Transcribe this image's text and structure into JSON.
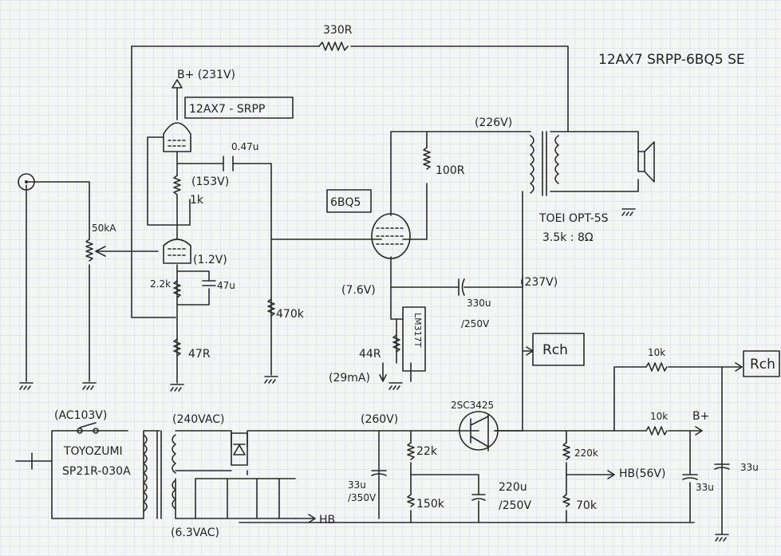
{
  "title": "12AX7 SRPP-6BQ5 SE",
  "labels": {
    "r330": "330R",
    "bplus_top": "B+ (231V)",
    "srpp_box": "12AX7 - SRPP",
    "v153": "(153V)",
    "r1k": "1k",
    "c047": "0.47u",
    "vol50k": "50kA",
    "v12": "(1.2V)",
    "r22k_cath": "2.2k",
    "c47u": "47u",
    "r470k": "470k",
    "r47r": "47R",
    "v226": "(226V)",
    "r100": "100R",
    "tube6bq5": "6BQ5",
    "opt_name": "TOEI OPT-5S",
    "opt_ratio": "3.5k : 8Ω",
    "v76": "(7.6V)",
    "v237": "(237V)",
    "c330u": "330u",
    "c330v": "/250V",
    "lm317t": "LM317T",
    "r44": "44R",
    "i29": "(29mA)",
    "rch1": "Rch",
    "rch2": "Rch",
    "r10k_top": "10k",
    "ac103": "(AC103V)",
    "pt_name": "TOYOZUMI",
    "pt_part": "SP21R-030A",
    "v240": "(240VAC)",
    "v260": "(260V)",
    "tr2sc": "2SC3425",
    "r10k_b": "10k",
    "bplus_b": "B+",
    "r22k": "22k",
    "r220k": "220k",
    "c33u_l": "33u",
    "c33u_lv": "/350V",
    "r150k": "150k",
    "c220u": "220u",
    "c220v": "/250V",
    "hb56": "HB(56V)",
    "r70k": "70k",
    "c33u_r1": "33u",
    "c33u_r2": "33u",
    "v63": "(6.3VAC)",
    "hb": "HB"
  }
}
